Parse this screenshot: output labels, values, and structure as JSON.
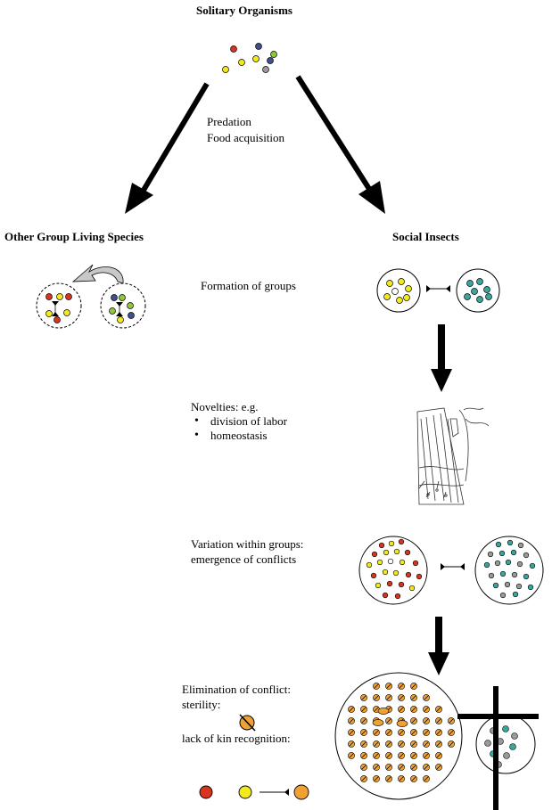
{
  "labels": {
    "title": "Solitary Organisms",
    "predation": "Predation",
    "food": "Food acquisition",
    "other_species": "Other Group Living Species",
    "social_insects": "Social Insects",
    "formation": "Formation of groups",
    "novelties_heading": "Novelties: e.g.",
    "novelties_items": [
      "division of labor",
      "homeostasis"
    ],
    "variation_line1": "Variation within groups:",
    "variation_line2": "emergence of conflicts",
    "elimination_line1": "Elimination of conflict:",
    "elimination_line2": "sterility:",
    "kin": "lack of kin recognition:"
  },
  "colors": {
    "red": "#d8351f",
    "yellow": "#f3ea1e",
    "teal": "#3aa79a",
    "navy": "#3f4f8c",
    "gray": "#9a9a9a",
    "green": "#8fc63a",
    "orange": "#f0a133",
    "white": "#ffffff"
  },
  "icons": [
    "double-headed-arrow-icon",
    "curved-arrow-icon",
    "nest-drawing-icon",
    "cross-icon"
  ]
}
